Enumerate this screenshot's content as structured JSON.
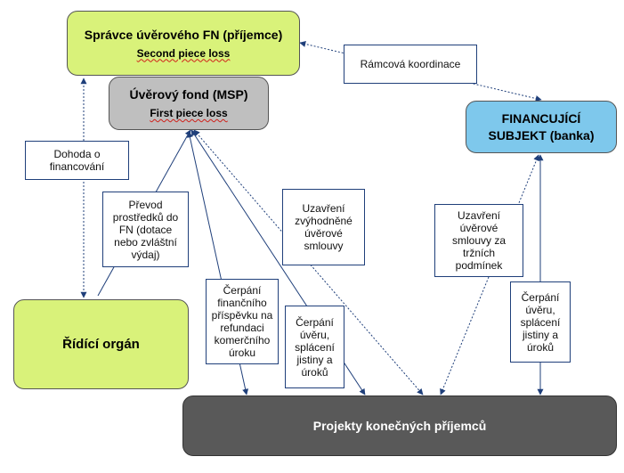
{
  "nodes": {
    "spravce": {
      "title": "Správce úvěrového FN (příjemce)",
      "subtitle": "Second piece loss",
      "color": "#d9f27a"
    },
    "fond": {
      "title": "Úvěrový fond (MSP)",
      "subtitle": "First piece loss",
      "color": "#bfbfbf"
    },
    "banka": {
      "title": "FINANCUJÍCÍ SUBJEKT (banka)",
      "color": "#7ec8ec"
    },
    "ridici": {
      "title": "Řídící orgán",
      "color": "#d9f27a"
    },
    "projekty": {
      "title": "Projekty konečných příjemců",
      "color": "#595959"
    }
  },
  "labels": {
    "ramcova": "Rámcová koordinace",
    "dohoda": "Dohoda o financování",
    "prevod": "Převod prostředků do FN (dotace nebo zvláštní výdaj)",
    "uzavreni_zvyh": "Uzavření zvýhodněné úvěrové smlouvy",
    "uzavreni_trzni": "Uzavření úvěrové smlouvy za tržních podmínek",
    "cerpani_prispevku": "Čerpání finančního příspěvku na refundaci komerčního úroku",
    "cerpani_uveru_fond": "Čerpání úvěru, splácení jistiny a úroků",
    "cerpani_uveru_banka": "Čerpání úvěru, splácení jistiny a úroků"
  }
}
